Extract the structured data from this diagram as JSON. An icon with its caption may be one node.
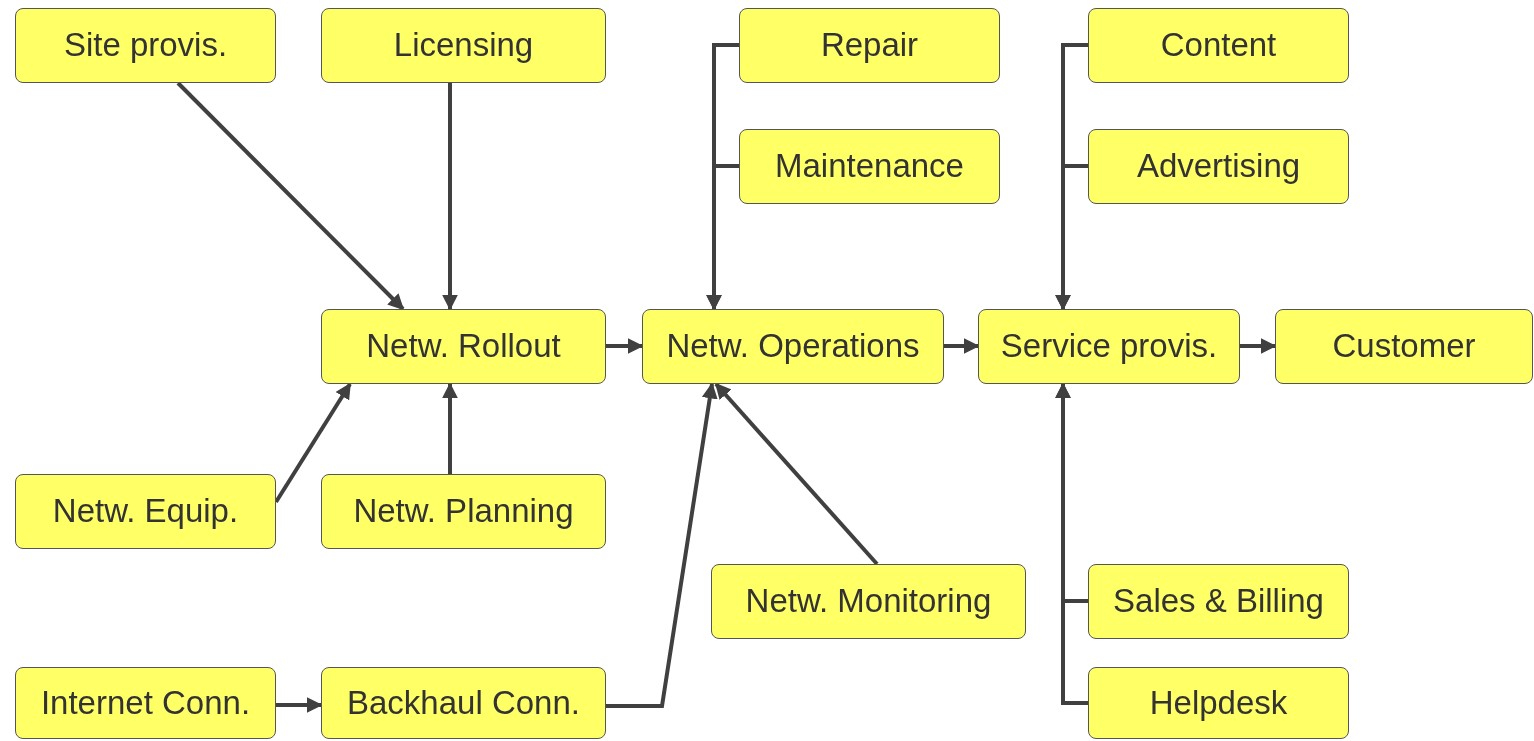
{
  "diagram": {
    "nodes": [
      {
        "text": [
          "Site provis."
        ]
      },
      {
        "text": [
          "Licensing"
        ]
      },
      {
        "text": [
          "Repair"
        ]
      },
      {
        "text": [
          "Content"
        ]
      },
      {
        "text": [
          "Maintenance"
        ]
      },
      {
        "text": [
          "Advertising"
        ]
      },
      {
        "text": [
          "Netw. Rollout"
        ]
      },
      {
        "text": [
          "Netw. Operations"
        ]
      },
      {
        "text": [
          "Service provis."
        ]
      },
      {
        "text": [
          "Customer"
        ]
      },
      {
        "text": [
          "Netw. Equip."
        ]
      },
      {
        "text": [
          "Netw. Planning"
        ]
      },
      {
        "text": [
          "Netw. Monitoring"
        ]
      },
      {
        "text": [
          "Sales & Billing"
        ]
      },
      {
        "text": [
          "Internet Conn."
        ]
      },
      {
        "text": [
          "Backhaul Conn."
        ]
      },
      {
        "text": [
          "Helpdesk"
        ]
      }
    ],
    "edges": [
      {
        "from": 0,
        "to": 6,
        "arrow": "to"
      },
      {
        "from": 1,
        "to": 6,
        "arrow": "to"
      },
      {
        "from": 2,
        "to": 7,
        "arrow": "to"
      },
      {
        "from": 4,
        "to": 7,
        "arrow": "to"
      },
      {
        "from": 3,
        "to": 8,
        "arrow": "to"
      },
      {
        "from": 5,
        "to": 8,
        "arrow": "to"
      },
      {
        "from": 6,
        "to": 7,
        "arrow": "to"
      },
      {
        "from": 7,
        "to": 8,
        "arrow": "to"
      },
      {
        "from": 8,
        "to": 9,
        "arrow": "to"
      },
      {
        "from": 10,
        "to": 6,
        "arrow": "to"
      },
      {
        "from": 11,
        "to": 6,
        "arrow": "to"
      },
      {
        "from": 12,
        "to": 7,
        "arrow": "to"
      },
      {
        "from": 15,
        "to": 7,
        "arrow": "to"
      },
      {
        "from": 14,
        "to": 15,
        "arrow": "to"
      },
      {
        "from": 13,
        "to": 8,
        "arrow": "to"
      },
      {
        "from": 16,
        "to": 8,
        "arrow": "to"
      }
    ]
  }
}
